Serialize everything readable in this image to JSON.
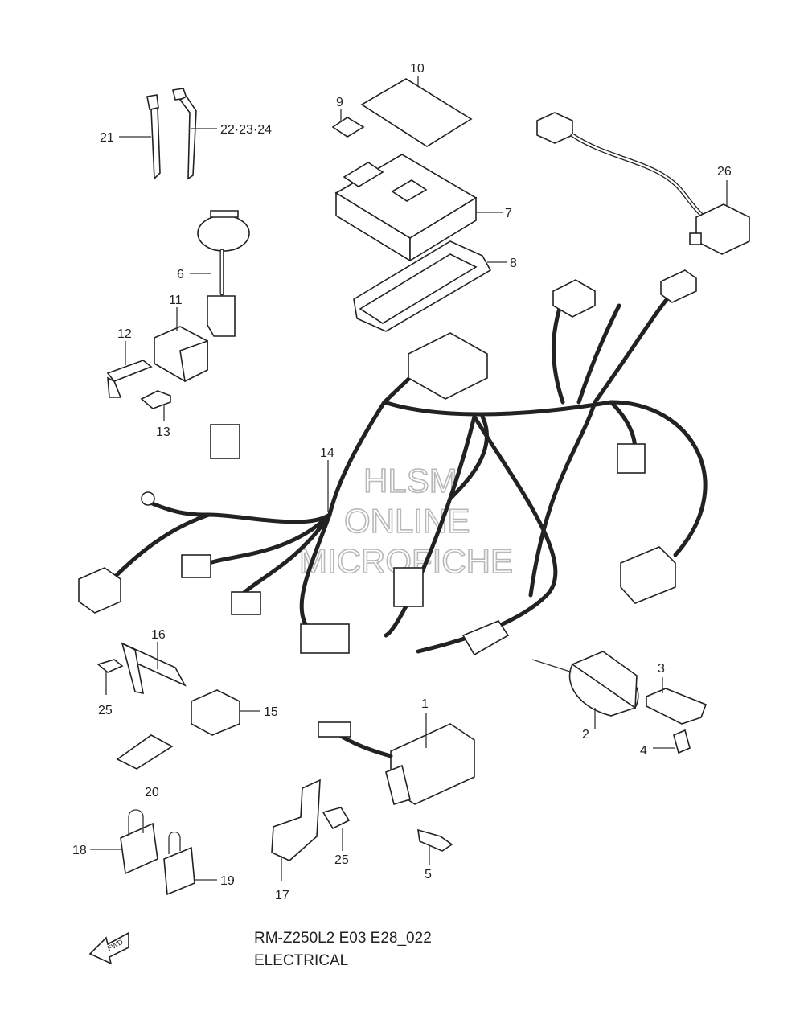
{
  "callouts": [
    {
      "id": "1",
      "text": "1"
    },
    {
      "id": "2",
      "text": "2"
    },
    {
      "id": "3",
      "text": "3"
    },
    {
      "id": "4",
      "text": "4"
    },
    {
      "id": "5a",
      "text": "5"
    },
    {
      "id": "6",
      "text": "6"
    },
    {
      "id": "7",
      "text": "7"
    },
    {
      "id": "8",
      "text": "8"
    },
    {
      "id": "9",
      "text": "9"
    },
    {
      "id": "10",
      "text": "10"
    },
    {
      "id": "11",
      "text": "11"
    },
    {
      "id": "12",
      "text": "12"
    },
    {
      "id": "13",
      "text": "13"
    },
    {
      "id": "14",
      "text": "14"
    },
    {
      "id": "15",
      "text": "15"
    },
    {
      "id": "16",
      "text": "16"
    },
    {
      "id": "17",
      "text": "17"
    },
    {
      "id": "18",
      "text": "18"
    },
    {
      "id": "19",
      "text": "19"
    },
    {
      "id": "20",
      "text": "20"
    },
    {
      "id": "21",
      "text": "21"
    },
    {
      "id": "22",
      "text": "22·23·24"
    },
    {
      "id": "25a",
      "text": "25"
    },
    {
      "id": "25b",
      "text": "25"
    },
    {
      "id": "26",
      "text": "26"
    }
  ],
  "watermark": {
    "line1": "HLSM",
    "line2": "ONLINE",
    "line3": "MICROFICHE"
  },
  "footer": {
    "model_code": "RM-Z250L2 E03 E28_022",
    "section": "ELECTRICAL",
    "fwd_label": "FWD"
  }
}
